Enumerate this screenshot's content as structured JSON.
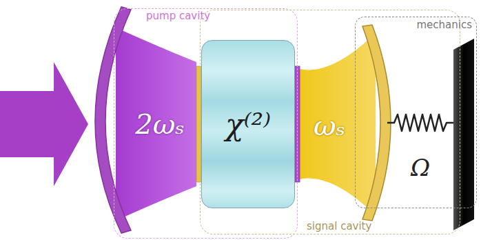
{
  "diagram": {
    "nodes": [
      {
        "text": [
          "pump cavity"
        ]
      },
      {
        "text": [
          "χ⁽²⁾"
        ],
        "in": 0
      },
      {
        "text": [
          "signal cavity"
        ]
      },
      {
        "text": [
          "mechanics"
        ]
      }
    ],
    "labels": [
      "2ωₛ",
      "ωₛ",
      "Ω"
    ]
  }
}
